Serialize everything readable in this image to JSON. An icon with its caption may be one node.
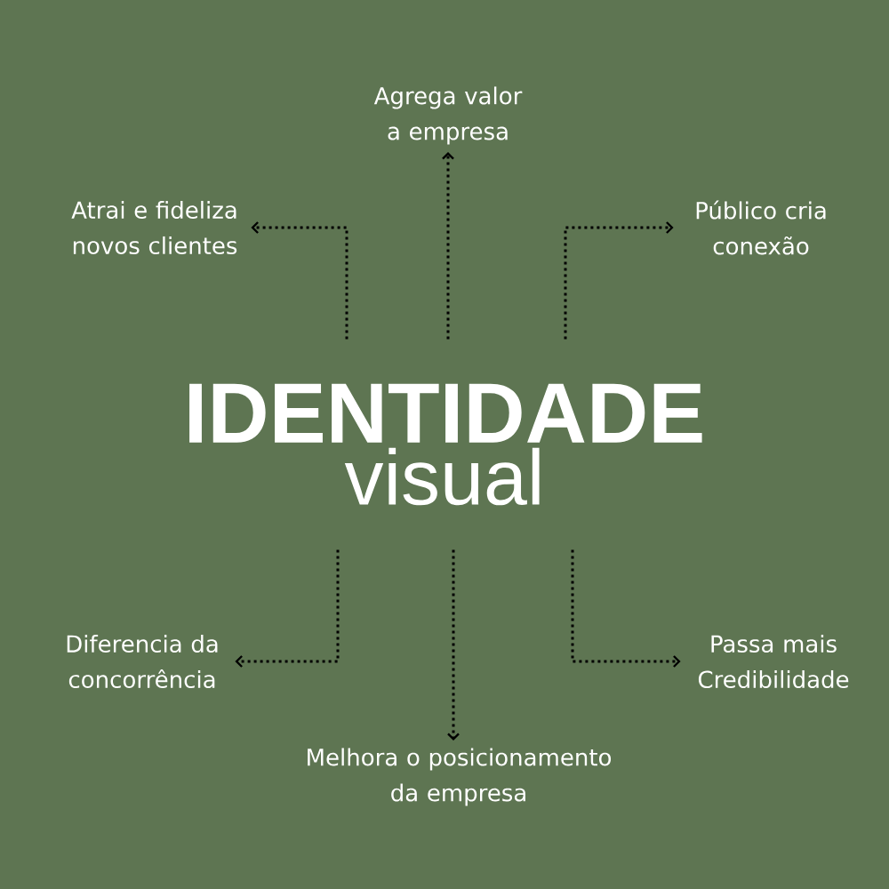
{
  "diagram": {
    "nodes": [
      {
        "text": [
          "IDENTIDADE",
          "visual"
        ]
      },
      {
        "text": [
          "Agrega valor a empresa"
        ]
      },
      {
        "text": [
          "Atrai e fideliza novos clientes"
        ]
      },
      {
        "text": [
          "Público cria conexão"
        ]
      },
      {
        "text": [
          "Diferencia da concorrência"
        ]
      },
      {
        "text": [
          "Melhora o posicionamento da empresa"
        ]
      },
      {
        "text": [
          "Passa mais Credibilidade"
        ]
      }
    ],
    "edges": [
      {
        "from": 0,
        "to": 1,
        "arrow": "to"
      },
      {
        "from": 0,
        "to": 2,
        "arrow": "to"
      },
      {
        "from": 0,
        "to": 3,
        "arrow": "to"
      },
      {
        "from": 0,
        "to": 4,
        "arrow": "to"
      },
      {
        "from": 0,
        "to": 5,
        "arrow": "to"
      },
      {
        "from": 0,
        "to": 6,
        "arrow": "to"
      }
    ]
  }
}
